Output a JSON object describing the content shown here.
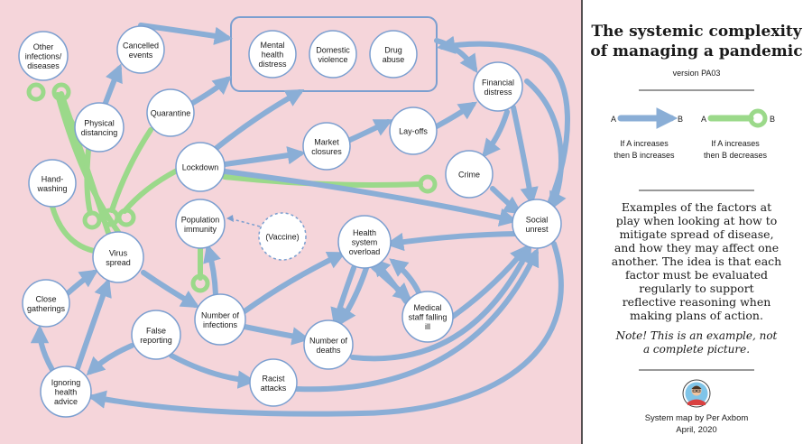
{
  "colors": {
    "background": "#f5d5da",
    "increase_arrow": "#8aaed6",
    "decrease_link": "#9bd98a",
    "node_border": "#7b9fd0",
    "text": "#1a1a1a"
  },
  "nodes": [
    {
      "id": "other-infections",
      "lines": [
        "Other",
        "infections/",
        "diseases"
      ]
    },
    {
      "id": "cancelled-events",
      "lines": [
        "Cancelled",
        "events"
      ]
    },
    {
      "id": "mental-health",
      "lines": [
        "Mental",
        "health",
        "distress"
      ]
    },
    {
      "id": "domestic-violence",
      "lines": [
        "Domestic",
        "violence"
      ]
    },
    {
      "id": "drug-abuse",
      "lines": [
        "Drug",
        "abuse"
      ]
    },
    {
      "id": "financial-distress",
      "lines": [
        "Financial",
        "distress"
      ]
    },
    {
      "id": "physical-distancing",
      "lines": [
        "Physical",
        "distancing"
      ]
    },
    {
      "id": "quarantine",
      "lines": [
        "Quarantine"
      ]
    },
    {
      "id": "market-closures",
      "lines": [
        "Market",
        "closures"
      ]
    },
    {
      "id": "lay-offs",
      "lines": [
        "Lay-offs"
      ]
    },
    {
      "id": "hand-washing",
      "lines": [
        "Hand-",
        "washing"
      ]
    },
    {
      "id": "lockdown",
      "lines": [
        "Lockdown"
      ]
    },
    {
      "id": "crime",
      "lines": [
        "Crime"
      ]
    },
    {
      "id": "population-immunity",
      "lines": [
        "Population",
        "immunity"
      ]
    },
    {
      "id": "vaccine",
      "lines": [
        "(Vaccine)"
      ]
    },
    {
      "id": "health-system-overload",
      "lines": [
        "Health",
        "system",
        "overload"
      ]
    },
    {
      "id": "social-unrest",
      "lines": [
        "Social",
        "unrest"
      ]
    },
    {
      "id": "virus-spread",
      "lines": [
        "Virus",
        "spread"
      ]
    },
    {
      "id": "close-gatherings",
      "lines": [
        "Close",
        "gatherings"
      ]
    },
    {
      "id": "false-reporting",
      "lines": [
        "False",
        "reporting"
      ]
    },
    {
      "id": "number-of-infections",
      "lines": [
        "Number of",
        "infections"
      ]
    },
    {
      "id": "medical-staff-falling-ill",
      "lines": [
        "Medical",
        "staff falling",
        "ill"
      ]
    },
    {
      "id": "number-of-deaths",
      "lines": [
        "Number of",
        "deaths"
      ]
    },
    {
      "id": "racist-attacks",
      "lines": [
        "Racist",
        "attacks"
      ]
    },
    {
      "id": "ignoring-health-advice",
      "lines": [
        "Ignoring",
        "health",
        "advice"
      ]
    }
  ],
  "legend": {
    "title_lines": [
      "The systemic complexity",
      "of managing a pandemic"
    ],
    "version": "version PA03",
    "increase_a": "A",
    "increase_b": "B",
    "increase_lines": [
      "If A increases",
      "then B increases"
    ],
    "decrease_a": "A",
    "decrease_b": "B",
    "decrease_lines": [
      "If A increases",
      "then B decreases"
    ],
    "description_lines": [
      "Examples of the factors at",
      "play when looking at how to",
      "mitigate spread of disease,",
      "and how they may affect one",
      "another. The idea is that each",
      "factor must be evaluated",
      "regularly to support",
      "reflective reasoning when",
      "making plans of action."
    ],
    "note_lines": [
      "Note! This is an example, not",
      "a complete picture."
    ],
    "credit_lines": [
      "System map by Per Axbom",
      "April, 2020"
    ]
  }
}
